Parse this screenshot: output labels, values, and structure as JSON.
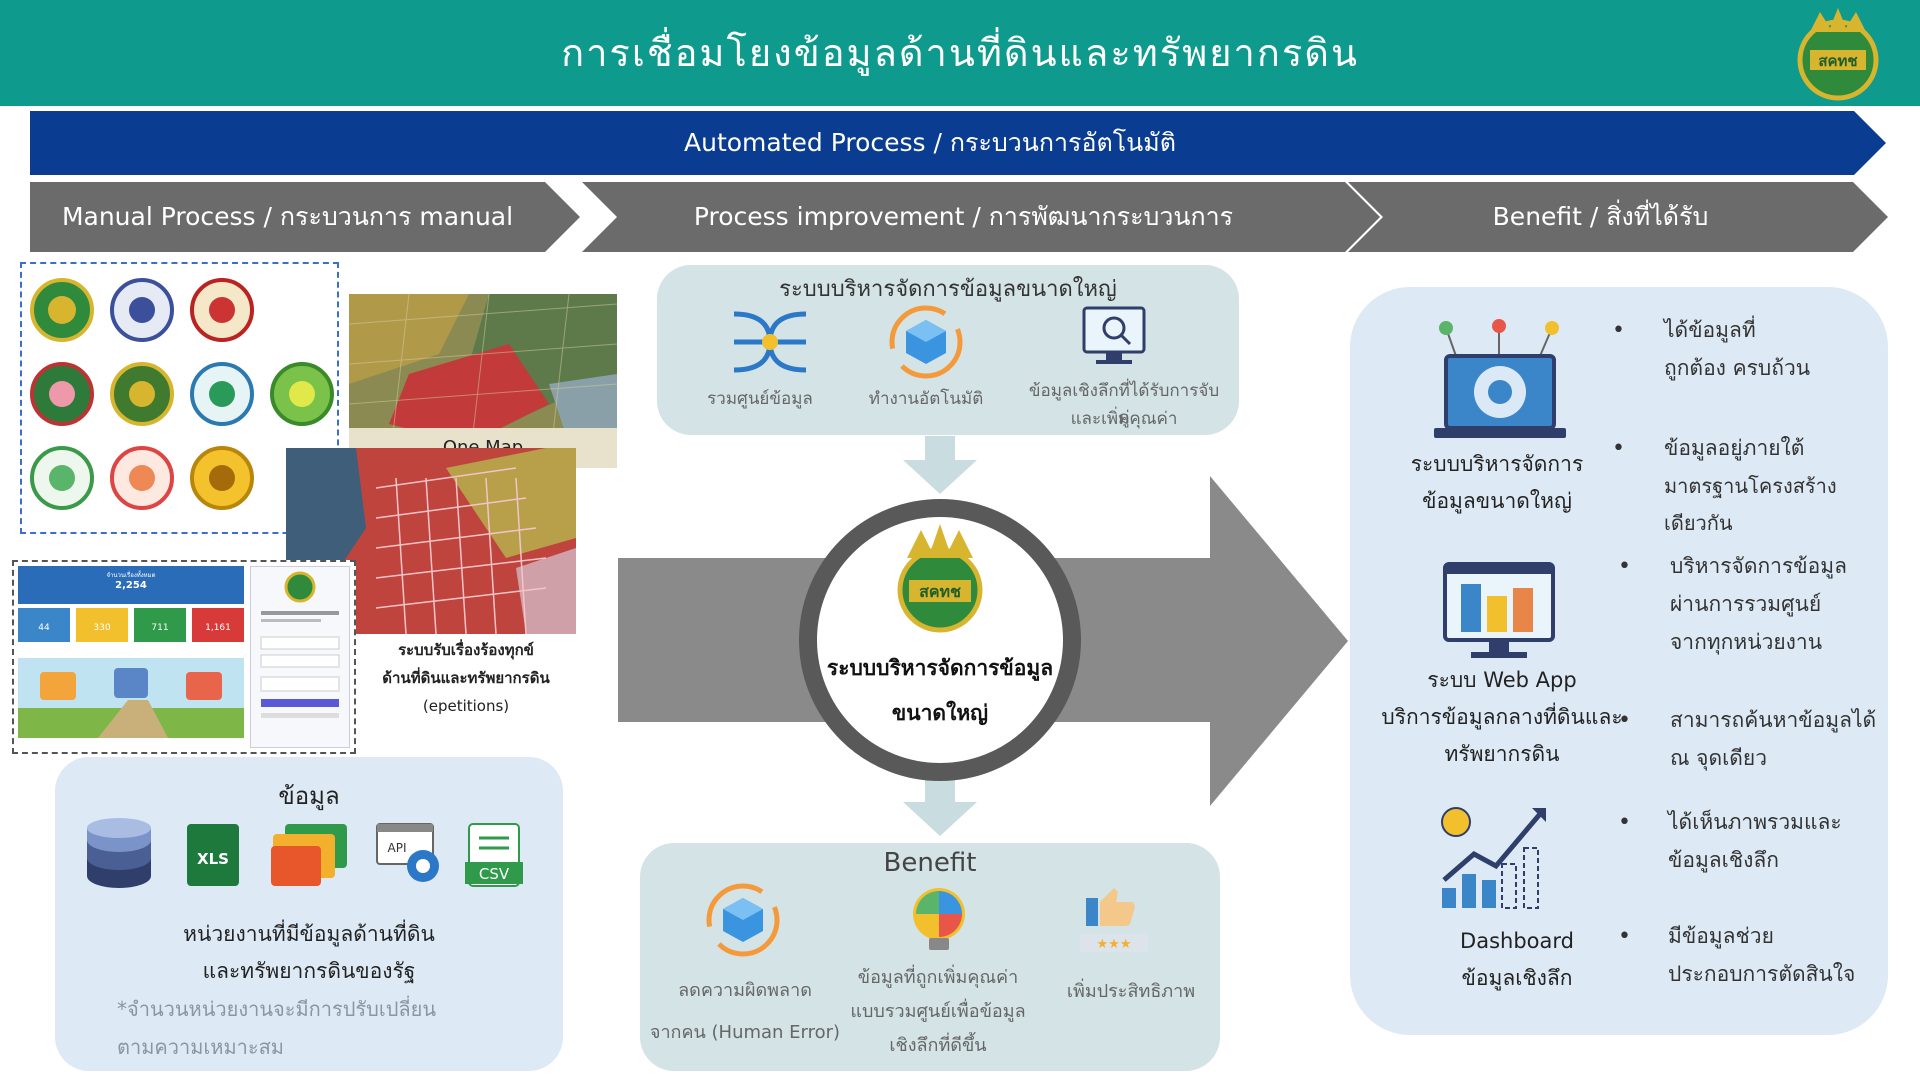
{
  "header": {
    "title": "การเชื่อมโยงข้อมูลด้านที่ดินและทรัพยากรดิน",
    "logo_text": "สคทช"
  },
  "bands": {
    "automated": "Automated Process / กระบวนการอัตโนมัติ",
    "manual": "Manual Process / กระบวนการ manual",
    "improvement": "Process improvement / การพัฒนากระบวนการ",
    "benefit": "Benefit / สิ่งที่ได้รับ"
  },
  "manual": {
    "onemap_label": "One Map",
    "dashboard_total_label": "จำนวนเรื่องทั้งหมด",
    "dashboard_total": "2,254",
    "dashboard_stats": [
      "44",
      "330",
      "711",
      "1,161"
    ],
    "epetitions_caption": [
      "ระบบรับเรื่องร้องทุกข์",
      "ด้านที่ดินและทรัพยากรดิน",
      "(epetitions)"
    ]
  },
  "data_panel": {
    "title": "ข้อมูล",
    "icons": [
      {
        "name": "database-icon"
      },
      {
        "name": "xls-icon",
        "text": "XLS"
      },
      {
        "name": "folders-icon"
      },
      {
        "name": "api-gear-icon",
        "text": "API"
      },
      {
        "name": "csv-icon",
        "text": "CSV"
      }
    ],
    "desc": [
      "หน่วยงานที่มีข้อมูลด้านที่ดิน",
      "และทรัพยากรดินของรัฐ"
    ],
    "note": [
      "*จำนวนหน่วยงานจะมีการปรับเปลี่ยน",
      "ตามความเหมาะสม"
    ]
  },
  "bigdata_panel": {
    "title": "ระบบบริหารจัดการข้อมูลขนาดใหญ่",
    "items": [
      {
        "icon": "hub-icon",
        "label": "รวมศูนย์ข้อมูล"
      },
      {
        "icon": "cube-cycle-icon",
        "label": "ทำงานอัตโนมัติ"
      },
      {
        "icon": "monitor-search-icon",
        "label": [
          "ข้อมูลเชิงลึกที่ได้รับการจับคู่",
          "และเพิ่มคุณค่า"
        ]
      }
    ]
  },
  "center": {
    "title": [
      "ระบบบริหารจัดการข้อมูล",
      "ขนาดใหญ่"
    ]
  },
  "benefit_panel": {
    "title": "Benefit",
    "items": [
      {
        "icon": "cube-cycle-icon",
        "label": [
          "ลดความผิดพลาด",
          "จากคน (Human Error)"
        ]
      },
      {
        "icon": "lightbulb-puzzle-icon",
        "label": [
          "ข้อมูลที่ถูกเพิ่มคุณค่า",
          "แบบรวมศูนย์เพื่อข้อมูล",
          "เชิงลึกที่ดีขึ้น"
        ]
      },
      {
        "icon": "thumbs-up-stars-icon",
        "label": [
          "เพิ่มประสิทธิภาพ"
        ]
      }
    ]
  },
  "right_panel": {
    "systems": [
      {
        "icon": "laptop-gear-icon",
        "label": [
          "ระบบบริหารจัดการ",
          "ข้อมูลขนาดใหญ่"
        ]
      },
      {
        "icon": "webapp-monitor-icon",
        "label": [
          "ระบบ Web App",
          "บริการข้อมูลกลางที่ดินและ",
          "ทรัพยากรดิน"
        ]
      },
      {
        "icon": "growth-chart-icon",
        "label": [
          "Dashboard",
          "ข้อมูลเชิงลึก"
        ]
      }
    ],
    "benefits": [
      [
        "ได้ข้อมูลที่",
        "ถูกต้อง ครบถ้วน"
      ],
      [
        "ข้อมูลอยู่ภายใต้",
        "มาตรฐานโครงสร้างเดียวกัน"
      ],
      [
        "บริหารจัดการข้อมูล",
        "ผ่านการรวมศูนย์",
        "จากทุกหน่วยงาน"
      ],
      [
        "สามารถค้นหาข้อมูลได้",
        "ณ จุดเดียว"
      ],
      [
        "ได้เห็นภาพรวมและ",
        "ข้อมูลเชิงลึก"
      ],
      [
        "มีข้อมูลช่วย",
        "ประกอบการตัดสินใจ"
      ]
    ]
  },
  "colors": {
    "header": "#0f9a8e",
    "automated": "#0a3d91",
    "grey_band": "#6b6b6b",
    "panel_light": "#dde9f5",
    "panel_teal": "#d3e3e6",
    "arrow_grey": "#8a8a8a"
  }
}
